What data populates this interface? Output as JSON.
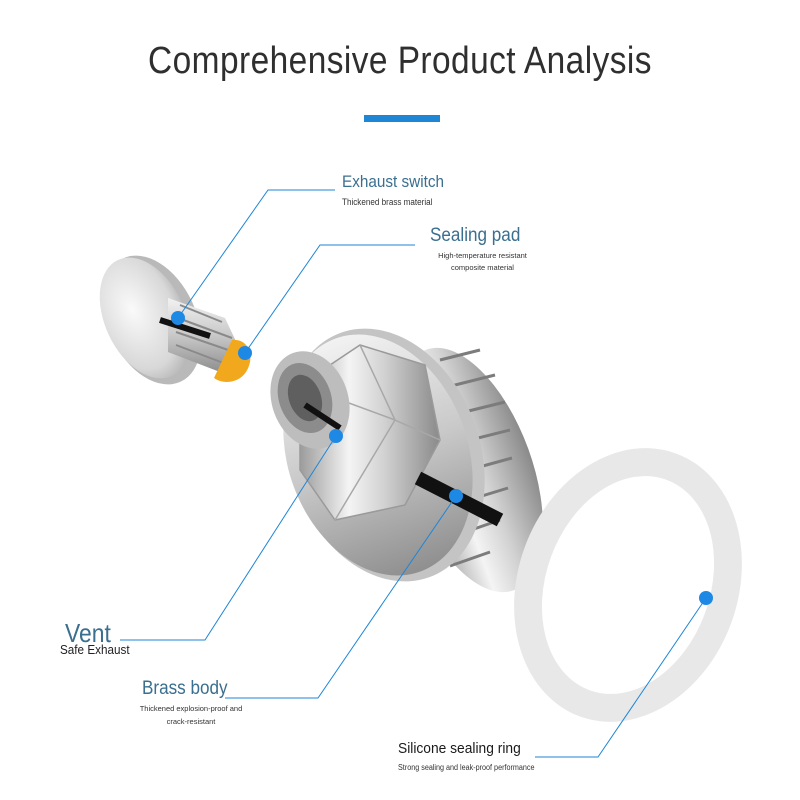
{
  "title": "Comprehensive Product Analysis",
  "colors": {
    "accent": "#1f86d6",
    "label_blue": "#3a6f8f",
    "label_dark": "#1a1a1a",
    "callout_dot": "#1e88e5",
    "seal_pad": "#f2a81d"
  },
  "callouts": [
    {
      "id": "exhaust-switch",
      "name": "Exhaust switch",
      "desc": "Thickened brass material"
    },
    {
      "id": "sealing-pad",
      "name": "Sealing pad",
      "desc": "High-temperature resistant composite material"
    },
    {
      "id": "vent",
      "name": "Vent",
      "desc": "Safe Exhaust"
    },
    {
      "id": "brass-body",
      "name": "Brass body",
      "desc": "Thickened explosion-proof and crack-resistant"
    },
    {
      "id": "silicone-ring",
      "name": "Silicone sealing ring",
      "desc": "Strong sealing and leak-proof performance"
    }
  ]
}
